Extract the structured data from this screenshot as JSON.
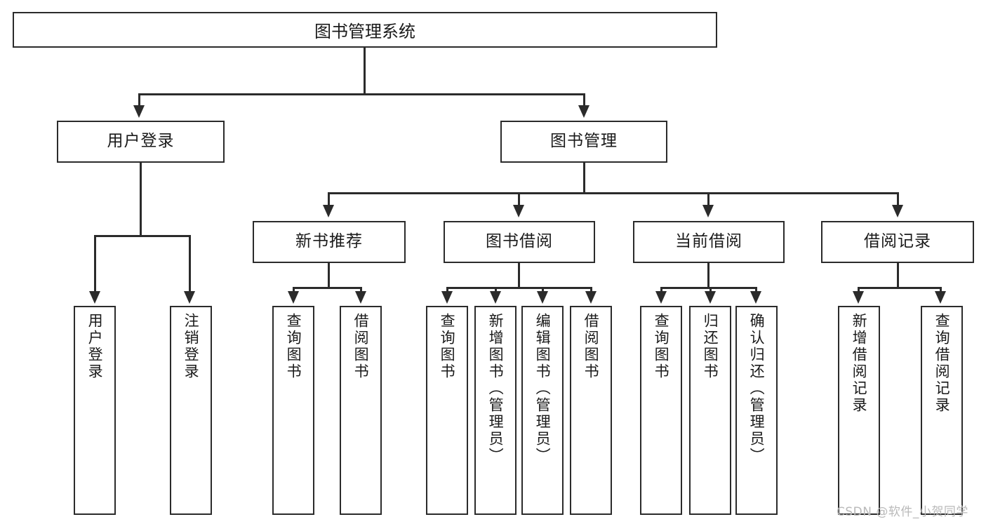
{
  "diagram": {
    "type": "tree-hierarchy",
    "title": "图书管理系统",
    "orientation": "top-down",
    "colors": {
      "line": "#2b2b2b",
      "box_fill": "#ffffff",
      "text": "#1a1a1a",
      "watermark": "#b9b9b9"
    },
    "root": {
      "label": "图书管理系统"
    },
    "level2": [
      {
        "id": "user-login",
        "label": "用户登录"
      },
      {
        "id": "book-management",
        "label": "图书管理"
      }
    ],
    "level3": [
      {
        "id": "new-book-recommend",
        "label": "新书推荐"
      },
      {
        "id": "book-borrow",
        "label": "图书借阅"
      },
      {
        "id": "current-borrow",
        "label": "当前借阅"
      },
      {
        "id": "borrow-record",
        "label": "借阅记录"
      }
    ],
    "leaves": {
      "user_login": [
        {
          "id": "leaf-user-login",
          "label": "用户登录"
        },
        {
          "id": "leaf-logout-login",
          "label": "注销登录"
        }
      ],
      "new_book_recommend": [
        {
          "id": "leaf-query-book-1",
          "label": "查询图书"
        },
        {
          "id": "leaf-borrow-book-1",
          "label": "借阅图书"
        }
      ],
      "book_borrow": [
        {
          "id": "leaf-query-book-2",
          "label": "查询图书"
        },
        {
          "id": "leaf-add-book-admin",
          "label": "新增图书（管理员）"
        },
        {
          "id": "leaf-edit-book-admin",
          "label": "编辑图书（管理员）"
        },
        {
          "id": "leaf-borrow-book-2",
          "label": "借阅图书"
        }
      ],
      "current_borrow": [
        {
          "id": "leaf-query-book-3",
          "label": "查询图书"
        },
        {
          "id": "leaf-return-book",
          "label": "归还图书"
        },
        {
          "id": "leaf-confirm-return-admin",
          "label": "确认归还（管理员）"
        }
      ],
      "borrow_record": [
        {
          "id": "leaf-add-borrow-record",
          "label": "新增借阅记录"
        },
        {
          "id": "leaf-query-borrow-record",
          "label": "查询借阅记录"
        }
      ]
    }
  },
  "watermark": {
    "text": "CSDN @软件_小贺同学"
  }
}
